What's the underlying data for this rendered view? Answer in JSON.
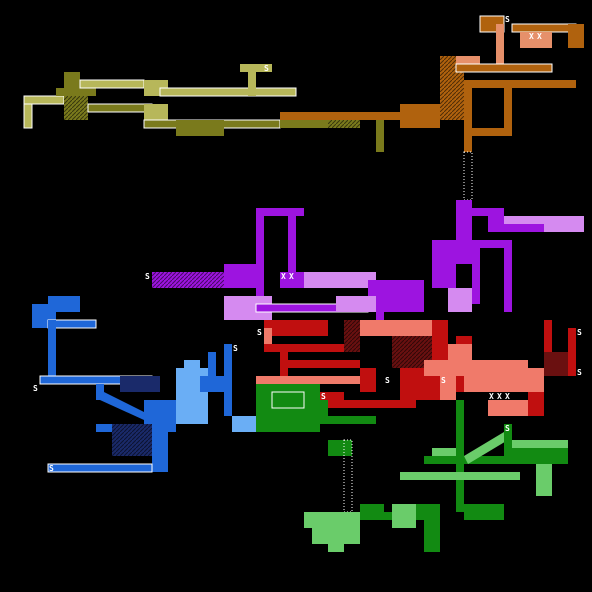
{
  "map": {
    "save_marker": "S",
    "boss_marker": "X",
    "regions": [
      {
        "name": "olive-zone",
        "color": "#b7b75a",
        "dark": "#7a7a1c"
      },
      {
        "name": "orange-zone",
        "color": "#b0620e",
        "light": "#e6906a"
      },
      {
        "name": "violet-zone",
        "color": "#9d14e0",
        "light": "#d58af0"
      },
      {
        "name": "crimson-zone",
        "color": "#c00f0f",
        "light": "#f07a6a",
        "dark": "#6a1010"
      },
      {
        "name": "blue-zone",
        "color": "#1f67d8",
        "light": "#6aaef5",
        "dark": "#1a2a6a"
      },
      {
        "name": "green-zone",
        "color": "#128a12",
        "light": "#6acc6a"
      }
    ]
  }
}
